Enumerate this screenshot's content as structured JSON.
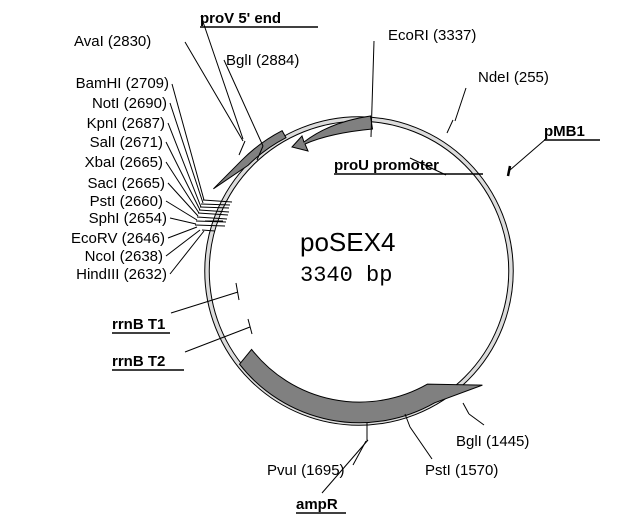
{
  "plasmid": {
    "name": "poSEX4",
    "size": "3340 bp"
  },
  "sites": {
    "ecori": "EcoRI (3337)",
    "ndei": "NdeI (255)",
    "bgli_top": "BglI (2884)",
    "aval": "AvaI (2830)",
    "bamhi": "BamHI (2709)",
    "noti": "NotI (2690)",
    "kpni": "KpnI (2687)",
    "sali": "SalI (2671)",
    "xbai": "XbaI (2665)",
    "saci": "SacI (2665)",
    "psti_top": "PstI (2660)",
    "sphi": "SphI (2654)",
    "ecorv": "EcoRV (2646)",
    "ncoi": "NcoI (2638)",
    "hindiii": "HindIII (2632)",
    "bgli_bottom": "BglI (1445)",
    "psti_bottom": "PstI (1570)",
    "pvui": "PvuI (1695)"
  },
  "features": {
    "prov": "proV 5' end",
    "promoter": "proU promoter",
    "pmb1": "pMB1",
    "rrnb_t1": "rrnB T1",
    "rrnb_t2": "rrnB T2",
    "ampr": "ampR"
  },
  "colors": {
    "feature_fill": "#808080",
    "ring": "#dcdcdc"
  }
}
